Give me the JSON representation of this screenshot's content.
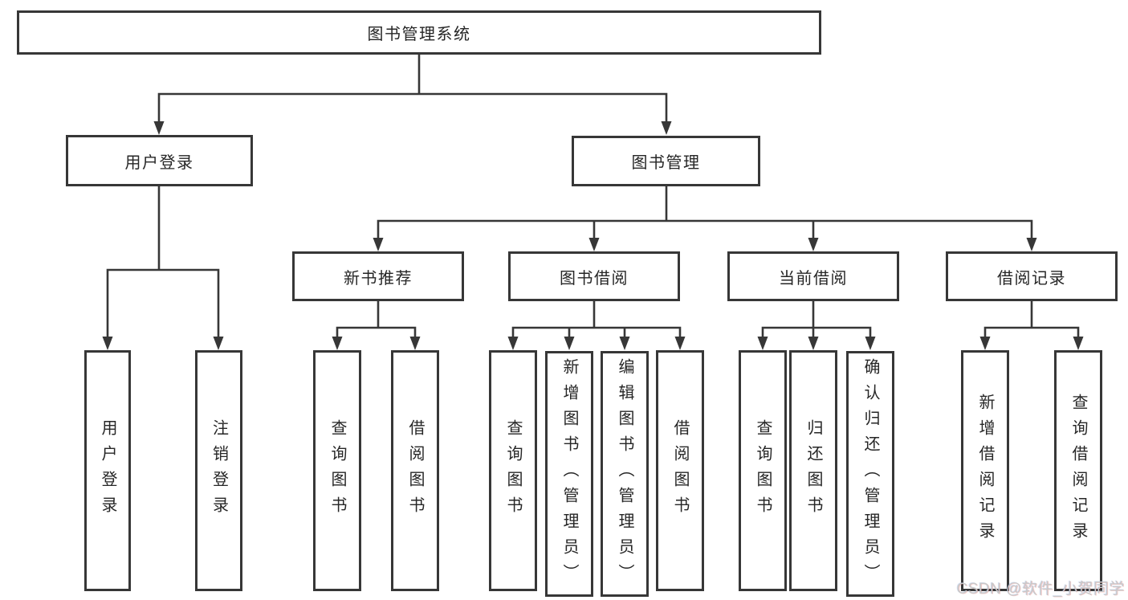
{
  "colors": {
    "line": "#373737",
    "box_border": "#373737",
    "text": "#262626",
    "watermark": "#c9c9c9",
    "background": "#ffffff"
  },
  "watermark": {
    "text": "CSDN @软件_小贺同学"
  },
  "tree": {
    "root": {
      "label": "图书管理系统",
      "children": [
        {
          "label": "用户登录",
          "children": [
            {
              "label": "用户登录"
            },
            {
              "label": "注销登录"
            }
          ]
        },
        {
          "label": "图书管理",
          "children": [
            {
              "label": "新书推荐",
              "children": [
                {
                  "label": "查询图书"
                },
                {
                  "label": "借阅图书"
                }
              ]
            },
            {
              "label": "图书借阅",
              "children": [
                {
                  "label": "查询图书"
                },
                {
                  "label": "新增图书（管理员）"
                },
                {
                  "label": "编辑图书（管理员）"
                },
                {
                  "label": "借阅图书"
                }
              ]
            },
            {
              "label": "当前借阅",
              "children": [
                {
                  "label": "查询图书"
                },
                {
                  "label": "归还图书"
                },
                {
                  "label": "确认归还（管理员）"
                }
              ]
            },
            {
              "label": "借阅记录",
              "children": [
                {
                  "label": "新增借阅记录"
                },
                {
                  "label": "查询借阅记录"
                }
              ]
            }
          ]
        }
      ]
    }
  }
}
